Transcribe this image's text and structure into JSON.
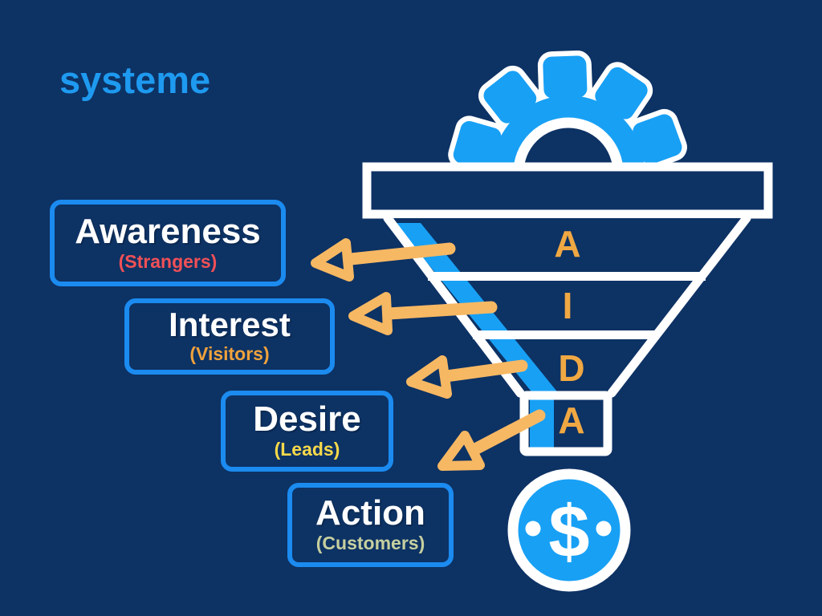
{
  "canvas": {
    "background": "#0d3264"
  },
  "logo": {
    "text": "systeme",
    "color": "#1e9af0"
  },
  "funnel": {
    "letters": [
      "A",
      "I",
      "D",
      "A"
    ],
    "letter_color": "#f0a843",
    "outline_color": "#ffffff",
    "stripe_color": "#18a0f5",
    "gear_color": "#18a0f5",
    "coin_color": "#18a0f5",
    "dollar_sign": "$"
  },
  "stages": [
    {
      "title": "Awareness",
      "subtitle": "(Strangers)",
      "subtitle_color": "#f25056"
    },
    {
      "title": "Interest",
      "subtitle": "(Visitors)",
      "subtitle_color": "#f0a23c"
    },
    {
      "title": "Desire",
      "subtitle": "(Leads)",
      "subtitle_color": "#f7d94a"
    },
    {
      "title": "Action",
      "subtitle": "(Customers)",
      "subtitle_color": "#c6cf9f"
    }
  ],
  "colors": {
    "box_border": "#1b8bf0",
    "arrow": "#f7b863",
    "title_text": "#ffffff"
  }
}
